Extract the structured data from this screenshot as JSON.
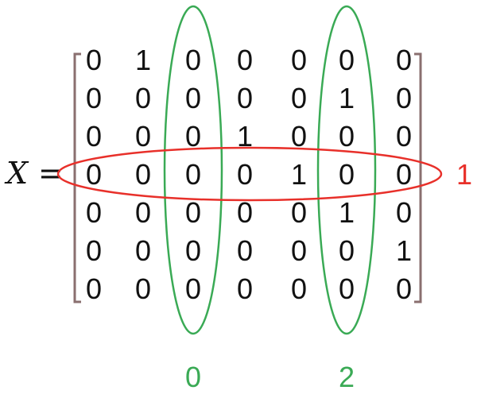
{
  "lhs": {
    "variable": "X",
    "equals": "="
  },
  "matrix": [
    [
      "0",
      "1",
      "0",
      "0",
      "0",
      "0",
      "0"
    ],
    [
      "0",
      "0",
      "0",
      "0",
      "0",
      "1",
      "0"
    ],
    [
      "0",
      "0",
      "0",
      "1",
      "0",
      "0",
      "0"
    ],
    [
      "0",
      "0",
      "0",
      "0",
      "1",
      "0",
      "0"
    ],
    [
      "0",
      "0",
      "0",
      "0",
      "0",
      "1",
      "0"
    ],
    [
      "0",
      "0",
      "0",
      "0",
      "0",
      "0",
      "1"
    ],
    [
      "0",
      "0",
      "0",
      "0",
      "0",
      "0",
      "0"
    ]
  ],
  "highlighted_row": {
    "index": 3,
    "label": "1"
  },
  "highlighted_columns": [
    {
      "index": 2,
      "label": "0"
    },
    {
      "index": 5,
      "label": "2"
    }
  ],
  "colors": {
    "row_highlight": "#e8302a",
    "column_highlight": "#3aaa55",
    "bracket": "#8a6f6f",
    "text": "#111111"
  }
}
